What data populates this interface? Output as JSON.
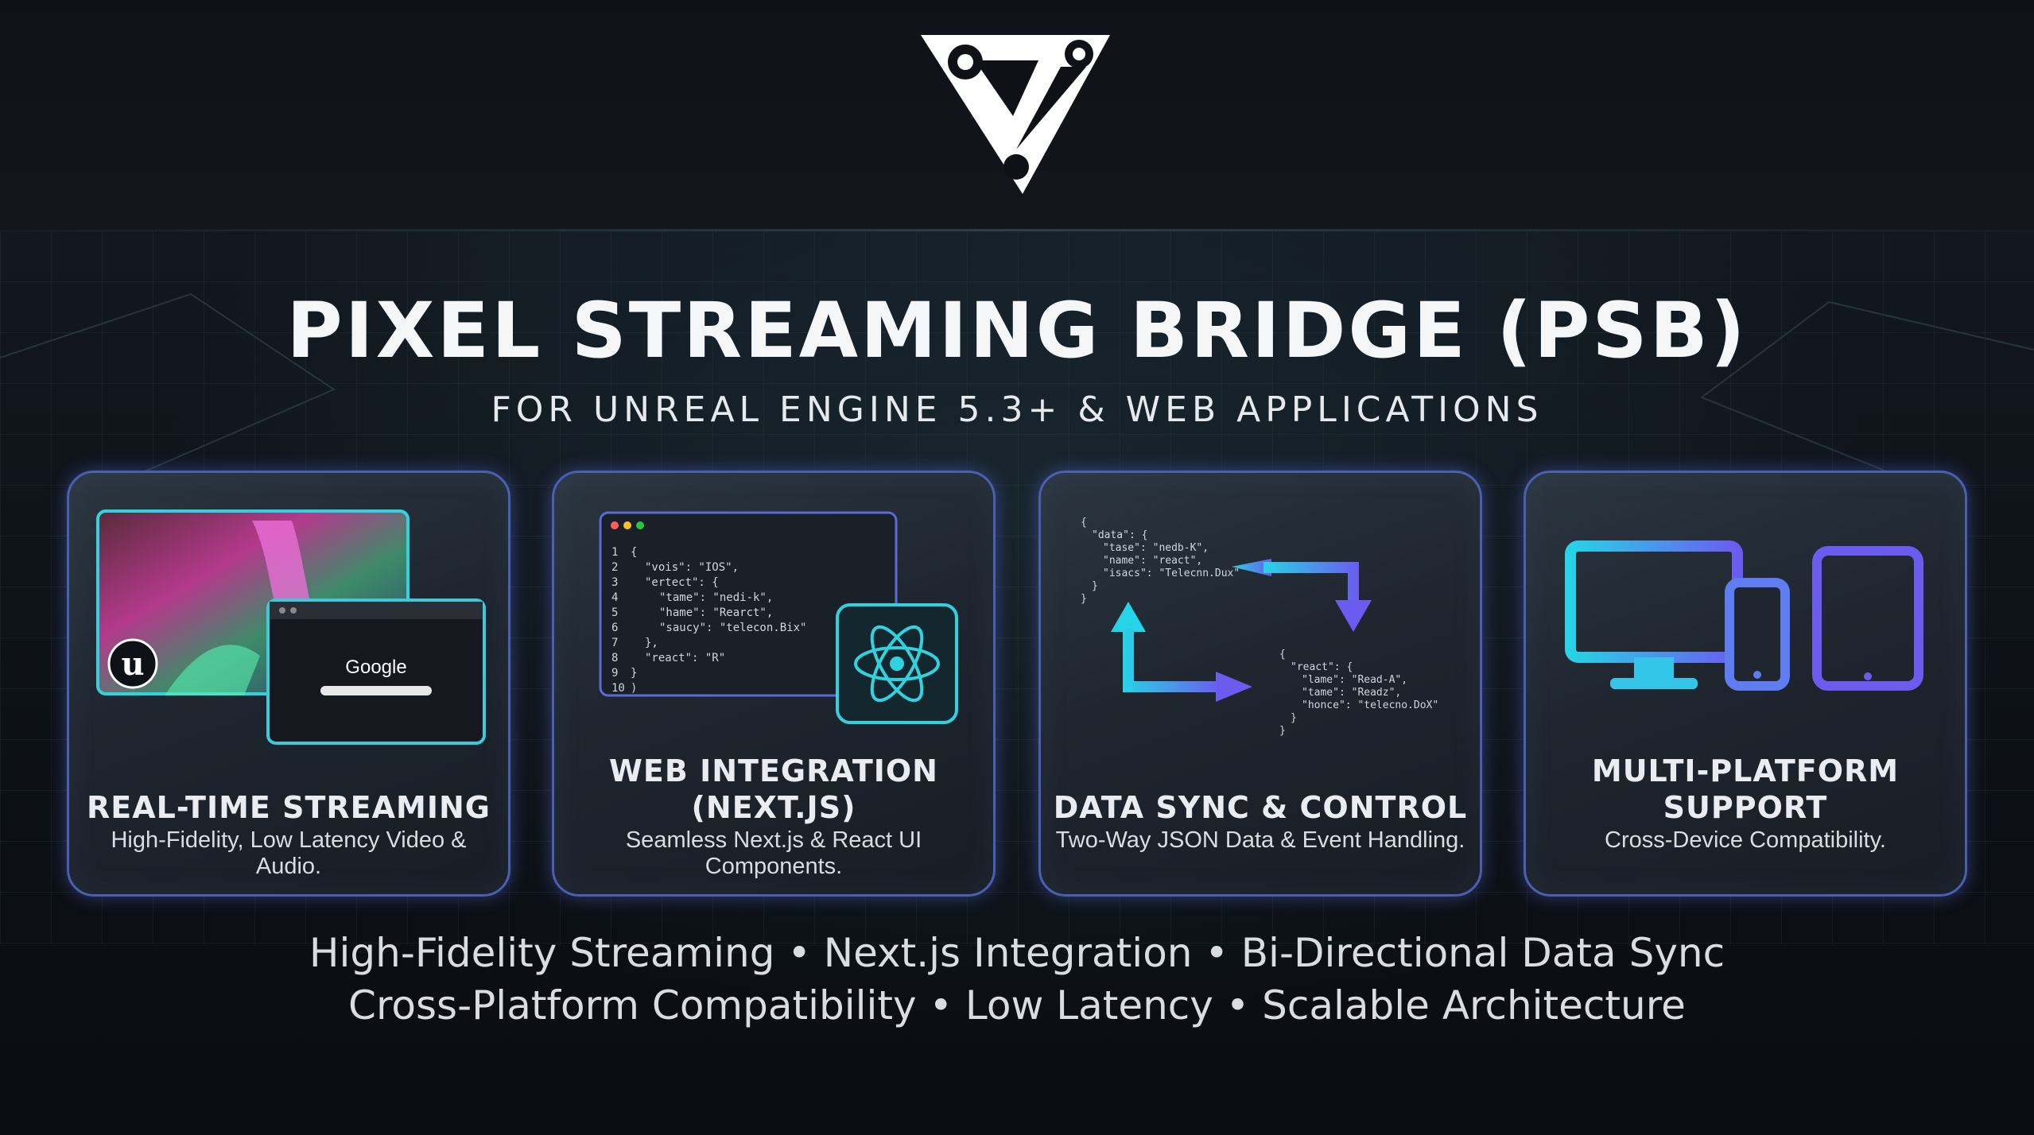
{
  "header": {
    "title": "PIXEL STREAMING BRIDGE (PSB)",
    "subtitle": "FOR UNREAL ENGINE 5.3+ & WEB APPLICATIONS"
  },
  "cards": [
    {
      "title": "REAL-TIME STREAMING",
      "description": "High-Fidelity, Low Latency Video & Audio.",
      "browser_text": "Google",
      "icons": [
        "unreal-engine-icon",
        "browser-window-icon"
      ]
    },
    {
      "title_line1": "WEB INTEGRATION",
      "title_line2": "(NEXT.JS)",
      "description": "Seamless Next.js & React UI Components.",
      "code_lines": [
        "{",
        "\"vois\": \"IOS\",",
        "\"ertect\": {",
        "\"tame\": \"nedi-k\",",
        "\"hame\": \"Rearct\",",
        "\"saucy\": \"telecon.Bix\"",
        "},",
        "\"react\": \"R\"",
        "}",
        ")"
      ],
      "line_numbers": [
        "1",
        "2",
        "3",
        "4",
        "5",
        "6",
        "7",
        "8",
        "9",
        "10"
      ],
      "icons": [
        "code-editor-icon",
        "react-icon"
      ]
    },
    {
      "title": "DATA SYNC & CONTROL",
      "description": "Two-Way JSON Data & Event Handling.",
      "code_a": [
        "{",
        "\"data\": {",
        "\"tase\": \"nedb-K\",",
        "\"name\": \"react\",",
        "\"isacs\": \"Telecnn.Dux\"",
        "}",
        "}"
      ],
      "code_b": [
        "{",
        "\"react\": {",
        "\"lame\": \"Read-A\",",
        "\"tame\": \"Readz\",",
        "\"honce\": \"telecno.DoX\"",
        "}",
        "}"
      ],
      "icons": [
        "sync-arrows-icon"
      ]
    },
    {
      "title_line1": "MULTI-PLATFORM",
      "title_line2": "SUPPORT",
      "description": "Cross-Device Compatibility.",
      "icons": [
        "monitor-icon",
        "phone-icon",
        "tablet-icon"
      ]
    }
  ],
  "features": {
    "line1": "High-Fidelity Streaming • Next.js Integration • Bi-Directional Data Sync",
    "line2": "Cross-Platform Compatibility • Low Latency • Scalable Architecture"
  },
  "colors": {
    "background": "#0c0e13",
    "card_border": "#4a5fb0",
    "accent_cyan": "#27d3e6",
    "accent_violet": "#6b5cf0"
  }
}
